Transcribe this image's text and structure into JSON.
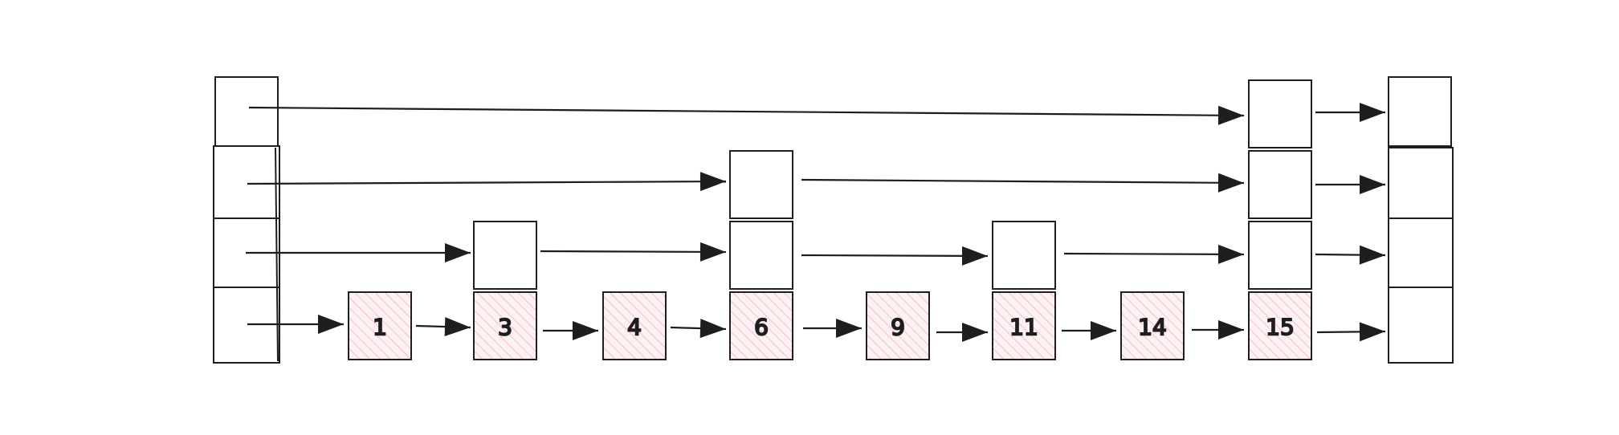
{
  "colors": {
    "stroke": "#1e1e1e",
    "data_fill": "#fdf1f3",
    "hatch": "#f0a5b3",
    "background": "#ffffff"
  },
  "nodes": [
    {
      "value": "1",
      "levels": 1
    },
    {
      "value": "3",
      "levels": 2
    },
    {
      "value": "4",
      "levels": 1
    },
    {
      "value": "6",
      "levels": 3
    },
    {
      "value": "9",
      "levels": 1
    },
    {
      "value": "11",
      "levels": 2
    },
    {
      "value": "14",
      "levels": 1
    },
    {
      "value": "15",
      "levels": 4
    }
  ],
  "head": {
    "levels": 4
  },
  "tail": {
    "levels": 4
  }
}
